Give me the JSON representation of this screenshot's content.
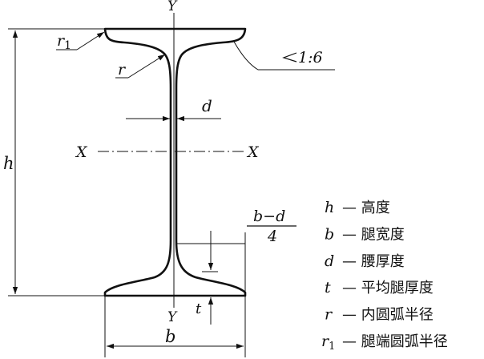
{
  "labels": {
    "y_top": "Y",
    "y_bottom": "Y",
    "x_left": "X",
    "x_right": "X",
    "h": "h",
    "b": "b",
    "d": "d",
    "t": "t",
    "r": "r",
    "r1_main": "r",
    "r1_sub": "1",
    "slope": "1:6",
    "bd_numerator": "b−d",
    "bd_denominator": "4"
  },
  "legend": [
    {
      "sym": "h",
      "sub": "",
      "text": "— 高度"
    },
    {
      "sym": "b",
      "sub": "",
      "text": "— 腿宽度"
    },
    {
      "sym": "d",
      "sub": "",
      "text": "— 腰厚度"
    },
    {
      "sym": "t",
      "sub": "",
      "text": "— 平均腿厚度"
    },
    {
      "sym": "r",
      "sub": "",
      "text": "— 内圆弧半径"
    },
    {
      "sym": "r",
      "sub": "1",
      "text": "— 腿端圆弧半径"
    }
  ]
}
